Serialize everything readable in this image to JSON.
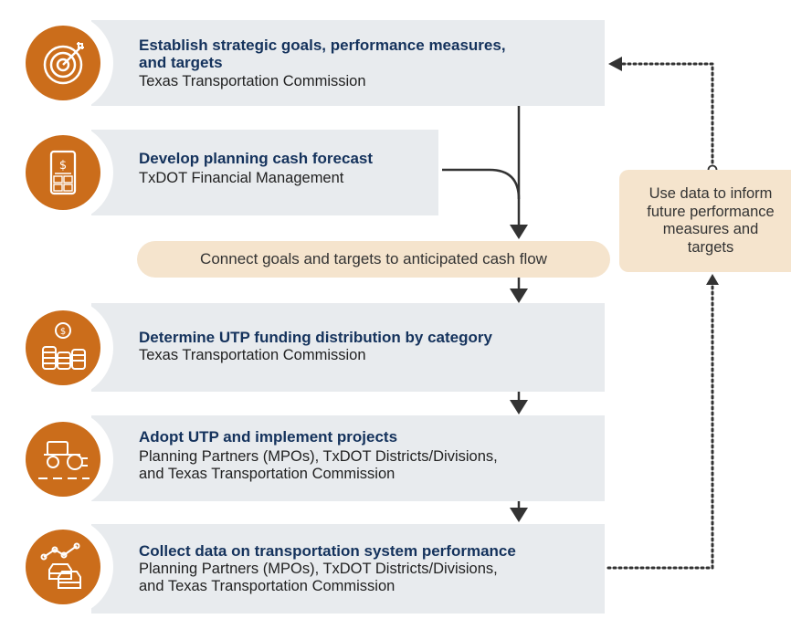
{
  "steps": [
    {
      "title_lines": [
        "Establish strategic goals, performance measures,",
        "and targets"
      ],
      "subtitle_lines": [
        "Texas Transportation Commission"
      ],
      "icon": "target-icon"
    },
    {
      "title_lines": [
        "Develop planning cash forecast"
      ],
      "subtitle_lines": [
        "TxDOT Financial Management"
      ],
      "icon": "calculator-icon"
    },
    {
      "title_lines": [
        "Determine UTP funding distribution by category"
      ],
      "subtitle_lines": [
        "Texas Transportation Commission"
      ],
      "icon": "coins-icon"
    },
    {
      "title_lines": [
        "Adopt UTP and implement projects"
      ],
      "subtitle_lines": [
        "Planning Partners (MPOs), TxDOT Districts/Divisions,",
        "and Texas Transportation Commission"
      ],
      "icon": "tractor-icon"
    },
    {
      "title_lines": [
        "Collect data on transportation system performance"
      ],
      "subtitle_lines": [
        "Planning Partners (MPOs), TxDOT Districts/Divisions,",
        "and Texas Transportation Commission"
      ],
      "icon": "traffic-data-icon"
    }
  ],
  "connector_step": "Connect goals and targets to anticipated cash flow",
  "feedback_note_lines": [
    "Use data to inform",
    "future performance",
    "measures and",
    "targets"
  ],
  "colors": {
    "accent_orange": "#cb6d1b",
    "box_gray": "#e8ebee",
    "pill_beige": "#f5e4cd",
    "title_navy": "#14325c",
    "arrow": "#333333"
  }
}
